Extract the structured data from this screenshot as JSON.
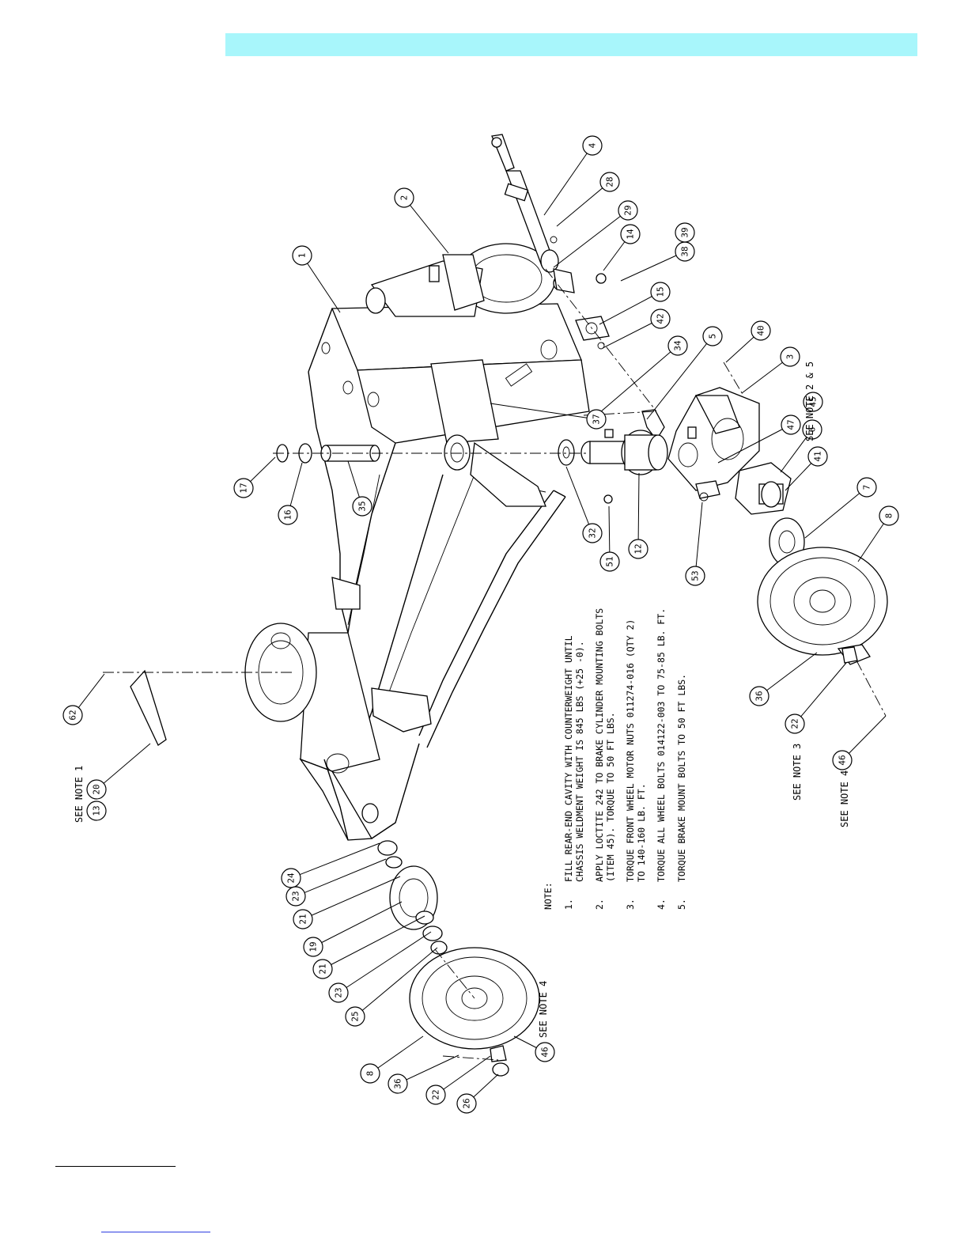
{
  "balloons": [
    {
      "label": "1"
    },
    {
      "label": "2"
    },
    {
      "label": "4"
    },
    {
      "label": "28"
    },
    {
      "label": "29"
    },
    {
      "label": "14"
    },
    {
      "label": "38"
    },
    {
      "label": "39"
    },
    {
      "label": "15"
    },
    {
      "label": "42"
    },
    {
      "label": "34"
    },
    {
      "label": "5"
    },
    {
      "label": "40"
    },
    {
      "label": "3"
    },
    {
      "label": "45"
    },
    {
      "label": "47"
    },
    {
      "label": "6"
    },
    {
      "label": "41"
    },
    {
      "label": "7"
    },
    {
      "label": "8"
    },
    {
      "label": "36"
    },
    {
      "label": "22"
    },
    {
      "label": "46"
    },
    {
      "label": "37"
    },
    {
      "label": "17"
    },
    {
      "label": "16"
    },
    {
      "label": "35"
    },
    {
      "label": "32"
    },
    {
      "label": "51"
    },
    {
      "label": "12"
    },
    {
      "label": "53"
    },
    {
      "label": "62"
    },
    {
      "label": "20"
    },
    {
      "label": "13"
    },
    {
      "label": "24"
    },
    {
      "label": "23"
    },
    {
      "label": "21"
    },
    {
      "label": "19"
    },
    {
      "label": "21"
    },
    {
      "label": "23"
    },
    {
      "label": "25"
    },
    {
      "label": "8"
    },
    {
      "label": "36"
    },
    {
      "label": "46"
    },
    {
      "label": "22"
    },
    {
      "label": "26"
    }
  ],
  "see_notes": {
    "note_2_5": "SEE NOTE 2 & 5",
    "note_3": "SEE NOTE 3",
    "note_4_right": "SEE NOTE 4",
    "note_1": "SEE NOTE 1",
    "note_4_left": "SEE NOTE 4"
  },
  "notes": {
    "heading": "NOTE:",
    "items": [
      {
        "num": "1.",
        "lines": [
          "FILL REAR-END CAVITY WITH COUNTERWEIGHT UNTIL",
          "CHASSIS WELDMENT WEIGHT IS 845 LBS (+25 -0)."
        ]
      },
      {
        "num": "2.",
        "lines": [
          "APPLY LOCTITE 242 TO BRAKE CYLINDER MOUNTING BOLTS",
          "(ITEM 45). TORQUE TO 50 FT LBS."
        ]
      },
      {
        "num": "3.",
        "lines": [
          "TORQUE FRONT WHEEL MOTOR NUTS 011274-016 (QTY 2)",
          "TO 140-160 LB. FT."
        ]
      },
      {
        "num": "4.",
        "lines": [
          "TORQUE ALL WHEEL BOLTS 014122-003 TO 75-85 LB. FT."
        ]
      },
      {
        "num": "5.",
        "lines": [
          "TORQUE BRAKE MOUNT BOLTS TO 50 FT LBS."
        ]
      }
    ]
  }
}
